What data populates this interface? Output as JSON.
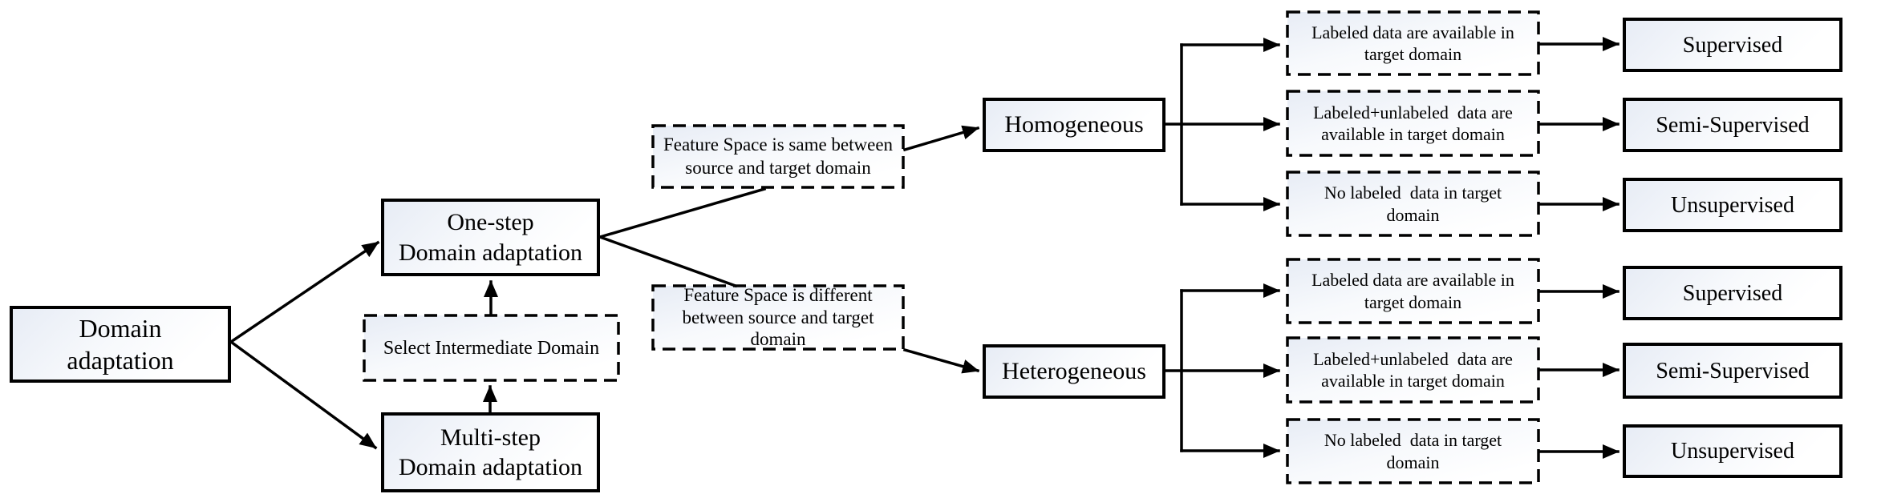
{
  "colors": {
    "line": "#000000",
    "box_border": "#000000",
    "box_fill_tint": "#e7ecf5",
    "background": "#ffffff"
  },
  "nodes": {
    "root": {
      "lines": [
        "Domain",
        "adaptation"
      ]
    },
    "one_step": {
      "lines": [
        "One-step",
        "Domain adaptation"
      ]
    },
    "select_intermediate": {
      "lines": [
        "Select Intermediate Domain"
      ]
    },
    "multi_step": {
      "lines": [
        "Multi-step",
        "Domain adaptation"
      ]
    },
    "feature_same": {
      "lines": [
        "Feature Space is same between",
        "source and target domain"
      ]
    },
    "feature_different": {
      "lines": [
        "Feature Space is different",
        "between source and target",
        "domain"
      ]
    },
    "homogeneous": {
      "lines": [
        "Homogeneous"
      ]
    },
    "heterogeneous": {
      "lines": [
        "Heterogeneous"
      ]
    }
  },
  "homogeneous_branch": {
    "conditions": [
      {
        "lines": [
          "Labeled data are available in",
          "target domain"
        ]
      },
      {
        "lines": [
          "Labeled+unlabeled  data are",
          "available in target domain"
        ]
      },
      {
        "lines": [
          "No labeled  data in target",
          "domain"
        ]
      }
    ],
    "outcomes": [
      "Supervised",
      "Semi-Supervised",
      "Unsupervised"
    ]
  },
  "heterogeneous_branch": {
    "conditions": [
      {
        "lines": [
          "Labeled data are available in",
          "target domain"
        ]
      },
      {
        "lines": [
          "Labeled+unlabeled  data are",
          "available in target domain"
        ]
      },
      {
        "lines": [
          "No labeled  data in target",
          "domain"
        ]
      }
    ],
    "outcomes": [
      "Supervised",
      "Semi-Supervised",
      "Unsupervised"
    ]
  }
}
